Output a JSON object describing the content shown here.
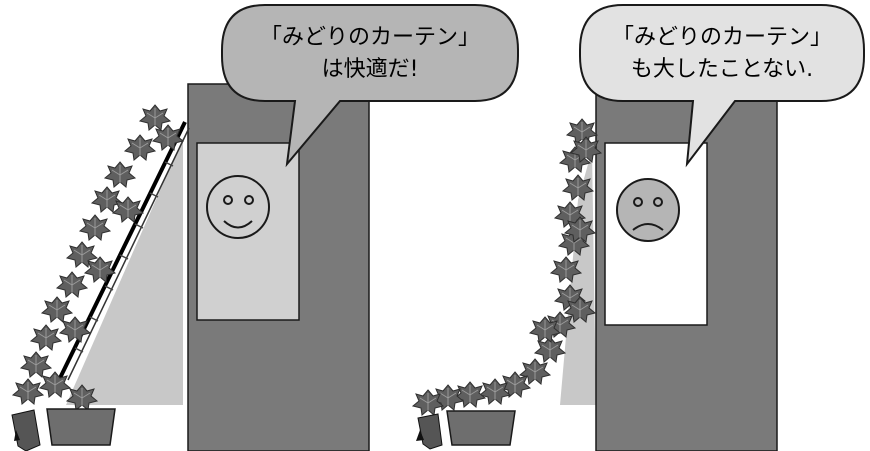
{
  "panels": [
    {
      "id": "left",
      "speech_line1": "「みどりのカーテン」",
      "speech_line2": "は快適だ!",
      "face": "smiling-face",
      "plant": "green-curtain-plant-on-trellis"
    },
    {
      "id": "right",
      "speech_line1": "「みどりのカーテン」",
      "speech_line2": "も大したことない.",
      "face": "frowning-face",
      "plant": "vine-plant-on-wall"
    }
  ],
  "colors": {
    "wall": "#7a7a7a",
    "window_left": "#d0d0d0",
    "window_right": "#ffffff",
    "shade": "#c8c8c8",
    "bubble": "#b5b5b5",
    "leaf": "#5f5f5f",
    "pot": "#6e6e6e"
  }
}
